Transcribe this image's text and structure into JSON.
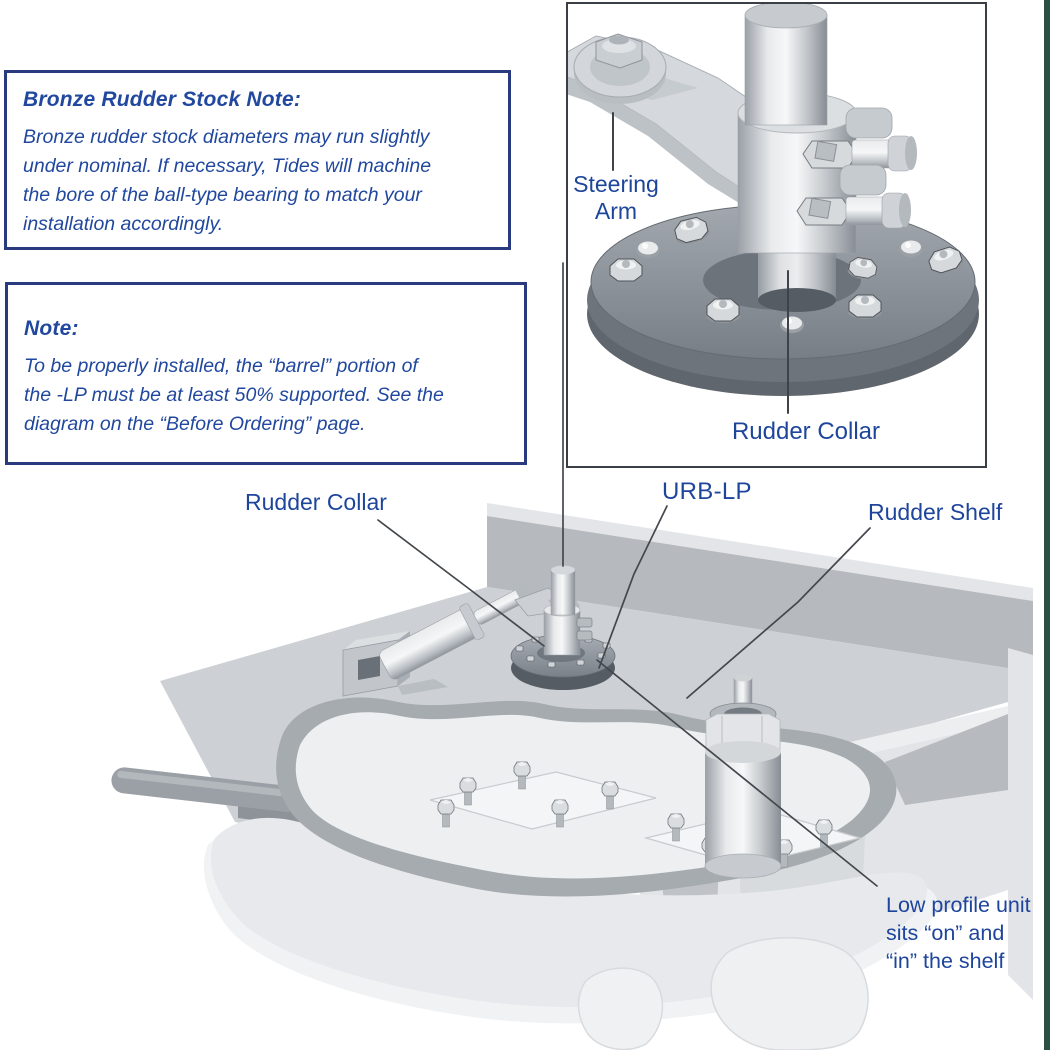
{
  "notes": [
    {
      "title": "Bronze Rudder Stock Note:",
      "lines": [
        "Bronze rudder stock diameters may run slightly",
        "under nominal. If necessary, Tides will machine",
        "the bore of the ball-type bearing to match your",
        "installation accordingly."
      ]
    },
    {
      "title": "Note:",
      "lines": [
        "To be properly installed, the “barrel” portion of",
        "the -LP must be at least 50% supported. See the",
        "diagram on the “Before Ordering” page."
      ]
    }
  ],
  "inset_detail": {
    "labels": {
      "steering_arm": "Steering Arm",
      "rudder_collar": "Rudder Collar"
    }
  },
  "main_diagram": {
    "labels": {
      "rudder_collar": "Rudder Collar",
      "urb_lp": "URB-LP",
      "rudder_shelf": "Rudder Shelf",
      "low_profile_lines": [
        "Low profile unit",
        "sits “on” and",
        "“in” the shelf"
      ]
    }
  },
  "colors": {
    "label_blue": "#1e459c",
    "note_text_blue": "#21489e",
    "note_border_navy": "#2a3a7e",
    "inset_border_gray": "#3a3f45",
    "leader_line": "#44484d",
    "page_edge_green": "#2a5044",
    "illustration_dark_gray": "#b6babf",
    "illustration_light_gray": "#e7e9ec",
    "flange_dark": "#60666d"
  }
}
